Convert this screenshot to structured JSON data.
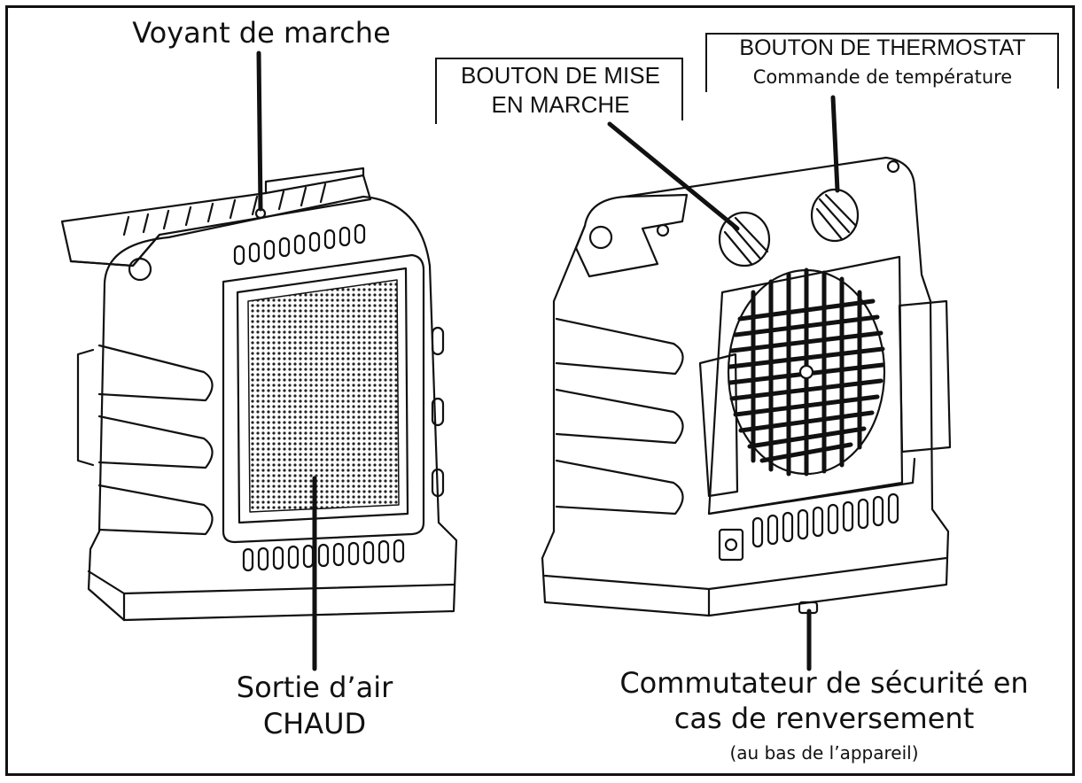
{
  "labels": {
    "pilot_light": "Voyant de marche",
    "power_button_line1": "BOUTON DE MISE",
    "power_button_line2": "EN MARCHE",
    "thermostat_line1": "BOUTON DE THERMOSTAT",
    "thermostat_line2": "Commande de température",
    "hot_air_line1": "Sortie d’air",
    "hot_air_line2": "CHAUD",
    "tip_switch_line1": "Commutateur de sécurité en",
    "tip_switch_line2": "cas de renversement",
    "tip_switch_line3": "(au bas de l’appareil)"
  },
  "colors": {
    "line": "#111111",
    "background": "#ffffff"
  }
}
